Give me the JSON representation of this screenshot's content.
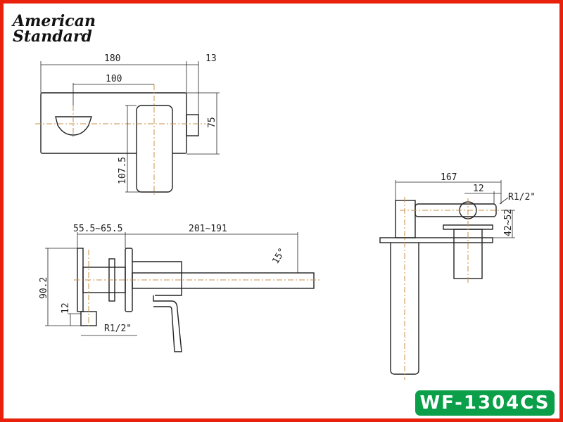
{
  "brand": {
    "line1": "American",
    "line2": "Standard"
  },
  "model": "WF-1304CS",
  "colors": {
    "border": "#e8200c",
    "badge": "#0a9f48",
    "centerline": "#c8904a"
  },
  "top_view": {
    "dims": {
      "width": "180",
      "nub": "13",
      "spout_to_handle": "100",
      "height": "75",
      "handle_length": "107.5"
    }
  },
  "side_view": {
    "dims": {
      "wall_depth": "55.5~65.5",
      "spout_reach": "201~191",
      "angle": "15°",
      "height": "90.2",
      "inlet_offset": "12",
      "thread": "R1/2\""
    }
  },
  "end_view": {
    "dims": {
      "length": "167",
      "thread_len": "12",
      "thread": "R1/2\"",
      "offset": "42~52"
    }
  }
}
